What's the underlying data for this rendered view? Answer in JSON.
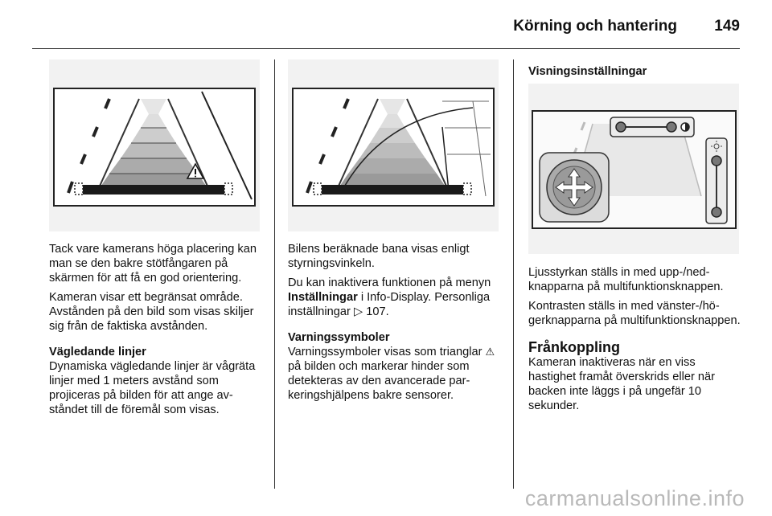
{
  "header": {
    "title": "Körning och hantering",
    "page_number": "149"
  },
  "col1": {
    "p1": "Tack vare kamerans höga placering kan man se den bakre stötfångaren på skärmen för att få en god orienter­ing.",
    "p2": "Kameran visar ett begränsat område. Avstånden på den bild som visas skil­jer sig från de faktiska avstånden.",
    "heading": "Vägledande linjer",
    "p3": "Dynamiska vägledande linjer är våg­räta linjer med 1 meters avstånd som projiceras på bilden för att ange av­ståndet till de föremål som visas."
  },
  "col2": {
    "p1": "Bilens beräknade bana visas enligt styrningsvinkeln.",
    "p2_a": "Du kan inaktivera funktionen på menyn ",
    "p2_bold": "Inställningar",
    "p2_b": " i Info-Display. Personliga inställningar ",
    "p2_ref": "107.",
    "heading": "Varningssymboler",
    "p3_a": "Varningssymboler visas som trianglar ",
    "p3_b": " på bilden och markerar hinder som detekteras av den avancerade par­keringshjälpens bakre sensorer."
  },
  "col3": {
    "heading": "Visningsinställningar",
    "p1": "Ljusstyrkan ställs in med upp-/ned­knapparna på multifunktionsknap­pen.",
    "p2": "Kontrasten ställs in med vänster-/hö­gerknapparna på multifunktionsknap­pen.",
    "heading2": "Frånkoppling",
    "p3": "Kameran inaktiveras när en viss hastighet framåt överskrids eller när backen inte läggs i på ungefär 10 sekunder."
  },
  "footer": {
    "watermark": "carmanualsonline.info"
  },
  "icons": [
    "warning-triangle-icon",
    "arrow-ref-icon",
    "multifunction-knob-icon",
    "brightness-icon",
    "contrast-icon"
  ]
}
